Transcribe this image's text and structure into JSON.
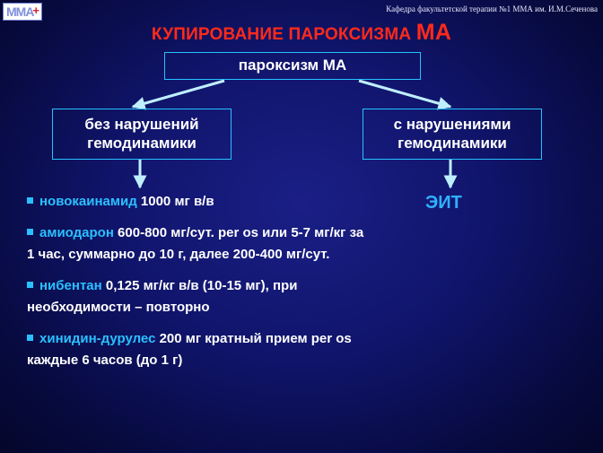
{
  "header": {
    "logo_text": "ММА",
    "logo_cross": "+",
    "department": "Кафедра факультетской терапии №1 ММА им. И.М.Сеченова"
  },
  "slide": {
    "title_main": "КУПИРОВАНИЕ ПАРОКСИЗМА ",
    "title_end": "МА"
  },
  "diagram": {
    "root": "пароксизм МА",
    "left": {
      "line1": "без нарушений",
      "line2": "гемодинамики"
    },
    "right": {
      "line1": "с нарушениями",
      "line2": "гемодинамики"
    },
    "right_outcome": "ЭИТ"
  },
  "treatments": [
    {
      "drug": "новокаинамид",
      "text": " 1000 мг в/в"
    },
    {
      "drug": "амиодарон",
      "text": " 600-800 мг/сут. per os или 5-7 мг/кг за 1 час, суммарно до 10 г, далее 200-400 мг/сут."
    },
    {
      "drug": "нибентан",
      "text": " 0,125 мг/кг в/в (10-15 мг), при необходимости – повторно"
    },
    {
      "drug": "хинидин-дурулес",
      "text": " 200 мг кратный прием per os каждые 6 часов (до 1 г)"
    }
  ],
  "colors": {
    "title": "#ff2a1a",
    "accent": "#2ac0ff",
    "text": "#ffffff",
    "background": "#10146a"
  }
}
